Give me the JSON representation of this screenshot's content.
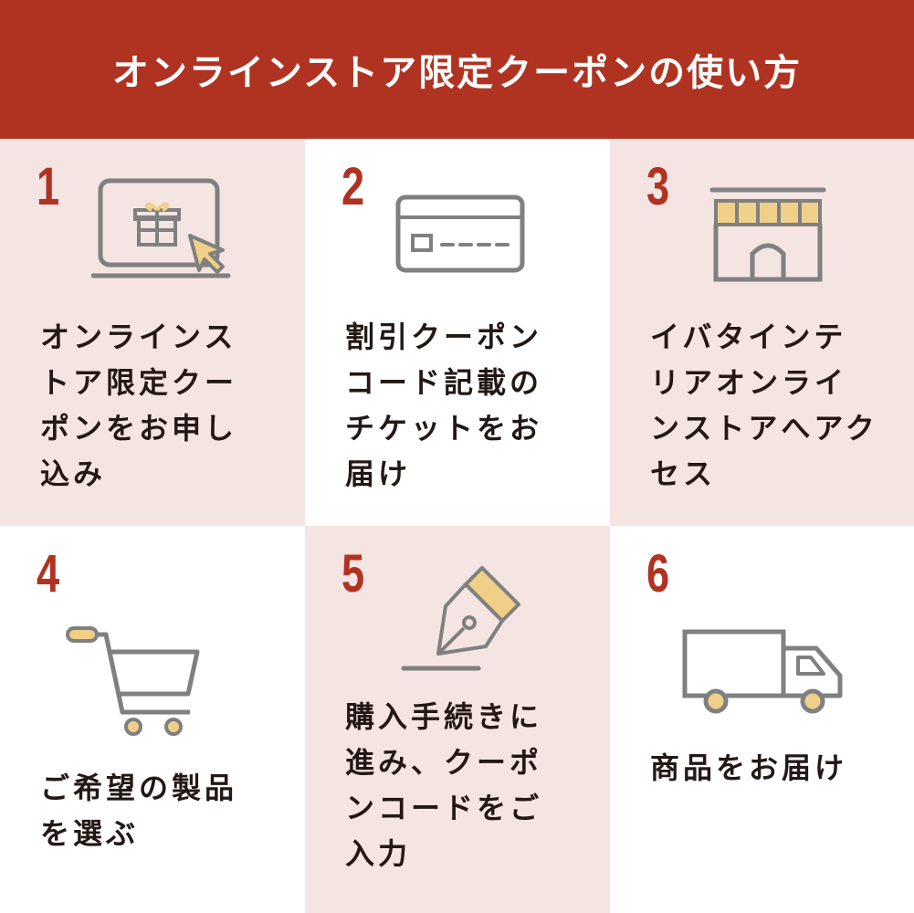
{
  "header": {
    "title": "オンラインストア限定クーポンの使い方"
  },
  "steps": [
    {
      "number": "1",
      "icon": "laptop-gift-cursor-icon",
      "text": "オンラインストア限定クーポンをお申し込み"
    },
    {
      "number": "2",
      "icon": "card-icon",
      "text": "割引クーポンコード記載のチケットをお届け"
    },
    {
      "number": "3",
      "icon": "storefront-icon",
      "text": "イバタインテリアオンラインストアへアクセス"
    },
    {
      "number": "4",
      "icon": "shopping-cart-icon",
      "text": "ご希望の製品を選ぶ"
    },
    {
      "number": "5",
      "icon": "pen-nib-icon",
      "text": "購入手続きに進み、クーポンコードをご入力"
    },
    {
      "number": "6",
      "icon": "delivery-truck-icon",
      "text": "商品をお届け"
    }
  ],
  "colors": {
    "accent_red": "#b03322",
    "pink_bg": "#f4e4e2",
    "icon_gray": "#808080",
    "icon_yellow": "#f0cf88",
    "text_dark": "#231815"
  }
}
